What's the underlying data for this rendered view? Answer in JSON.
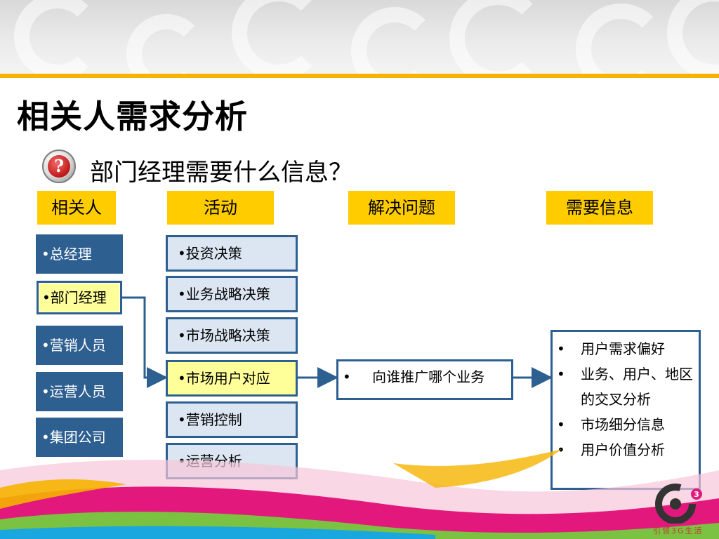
{
  "title": "相关人需求分析",
  "subtitle": "部门经理需要什么信息？",
  "question_icon": {
    "icon": "question-icon",
    "glyph": "?"
  },
  "headers": [
    "相关人",
    "活动",
    "解决问题",
    "需要信息"
  ],
  "stakeholders": [
    {
      "label": "•总经理",
      "highlighted": false
    },
    {
      "label": "•部门经理",
      "highlighted": true
    },
    {
      "label": "•营销人员",
      "highlighted": false
    },
    {
      "label": "•运营人员",
      "highlighted": false
    },
    {
      "label": "•集团公司",
      "highlighted": false
    }
  ],
  "activities": [
    {
      "label": "•投资决策",
      "highlighted": false
    },
    {
      "label": "•业务战略决策",
      "highlighted": false
    },
    {
      "label": "•市场战略决策",
      "highlighted": false
    },
    {
      "label": "•市场用户对应",
      "highlighted": true
    },
    {
      "label": "•营销控制",
      "highlighted": false
    },
    {
      "label": "•运营分析",
      "highlighted": false
    }
  ],
  "problem": {
    "bullet": "•",
    "text": "向谁推广哪个业务"
  },
  "needed_info": [
    {
      "bullet": "•",
      "text": "用户需求偏好"
    },
    {
      "bullet": "•",
      "text": "业务、用户、地区的交叉分析"
    },
    {
      "bullet": "•",
      "text": "市场细分信息"
    },
    {
      "bullet": "•",
      "text": "用户价值分析"
    }
  ],
  "logo": {
    "icon": "g3-logo-icon",
    "slogan": "引领3G生活"
  },
  "colors": {
    "header_bg": "#ffcc00",
    "box_blue": "#2e5f91",
    "box_light": "#dce6f2",
    "highlight": "#ffff99",
    "accent_gold": "#f5b400"
  }
}
